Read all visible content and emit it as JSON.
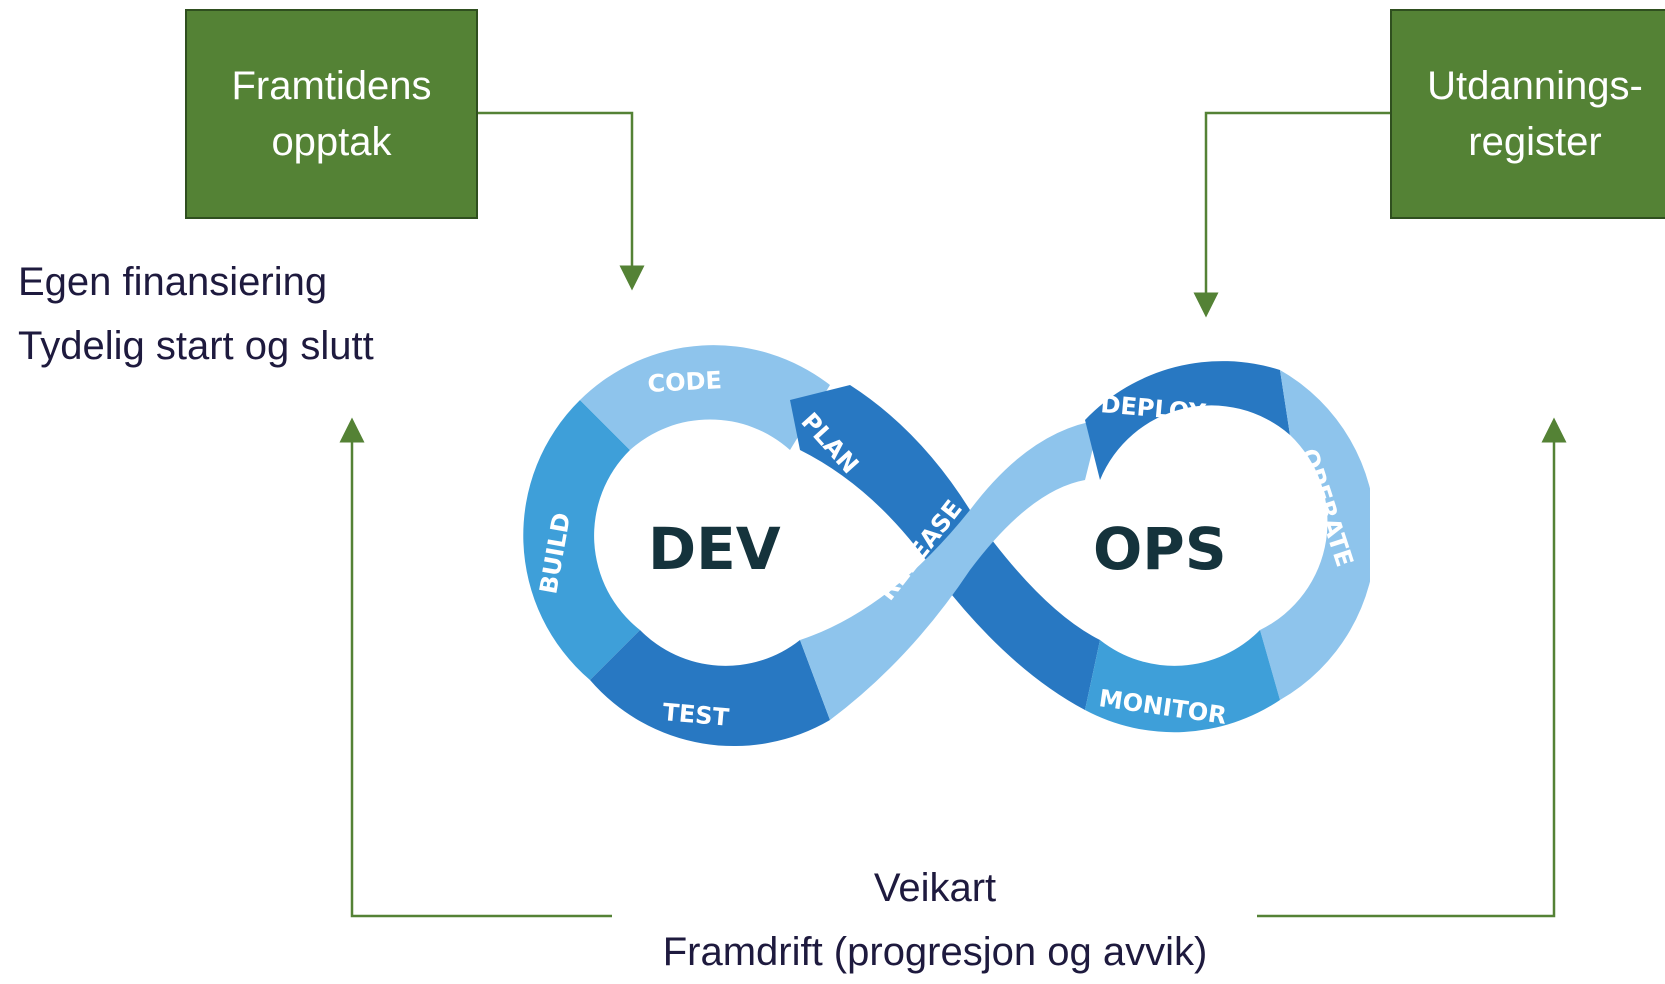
{
  "boxes": {
    "left": "Framtidens\nopptak",
    "right": "Utdannings-\nregister"
  },
  "notes_left": [
    "Egen finansiering",
    "Tydelig start og slutt"
  ],
  "notes_bottom": [
    "Veikart",
    "Framdrift (progresjon og avvik)"
  ],
  "infinity": {
    "center_left": "DEV",
    "center_right": "OPS",
    "stages": {
      "code": "CODE",
      "plan": "PLAN",
      "build": "BUILD",
      "test": "TEST",
      "release": "RELEASE",
      "deploy": "DEPLOY",
      "operate": "OPERATE",
      "monitor": "MONITOR"
    }
  },
  "colors": {
    "box_fill": "#548235",
    "arrow": "#548235",
    "light_blue": "#8ec4ec",
    "mid_blue": "#3e9fd9",
    "dark_blue": "#2878c2",
    "text_dark": "#15333c"
  }
}
